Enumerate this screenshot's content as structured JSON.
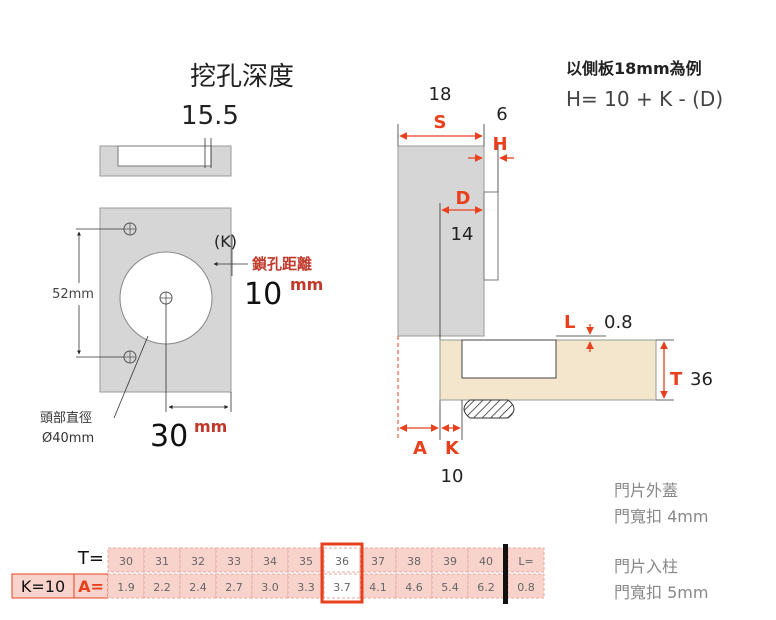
{
  "left": {
    "drill_depth_label": "挖孔深度",
    "drill_depth_value": "15.5",
    "k_label": "(K)",
    "keyhole_distance_label": "鎖孔距離",
    "keyhole_distance_value": "10",
    "keyhole_distance_unit": "mm",
    "hole_spacing": "52mm",
    "head_diameter_label": "頭部直徑",
    "head_diameter_value": "Ø40mm",
    "cup_width_value": "30",
    "cup_width_unit": "mm"
  },
  "right": {
    "note": "以側板18mm為例",
    "formula": "H= 10 + K - (D)",
    "s_value": "18",
    "s_letter": "S",
    "h_value": "6",
    "h_letter": "H",
    "d_letter": "D",
    "d_value": "14",
    "l_letter": "L",
    "l_value": "0.8",
    "t_letter": "T",
    "t_value": "36",
    "a_letter": "A",
    "k_letter": "K",
    "k_value": "10"
  },
  "legend": {
    "overlay_title": "門片外蓋",
    "overlay_sub": "門寬扣 4mm",
    "inset_title": "門片入柱",
    "inset_sub": "門寬扣 5mm"
  },
  "table": {
    "t_label": "T=",
    "k_label": "K=10",
    "a_label": "A=",
    "t_values": [
      "30",
      "31",
      "32",
      "33",
      "34",
      "35",
      "36",
      "37",
      "38",
      "39",
      "40"
    ],
    "a_values": [
      "1.9",
      "2.2",
      "2.4",
      "2.7",
      "3.0",
      "3.3",
      "3.7",
      "4.1",
      "4.6",
      "5.4",
      "6.2"
    ],
    "l_label": "L=",
    "l_value": "0.8",
    "highlight_index": 6
  },
  "colors": {
    "accent_red": "#e8401c",
    "table_fill": "#f8d3cb",
    "panel_gray": "#d6d6d6",
    "wood": "#f3e6cc",
    "dim_red": "#c0392b"
  }
}
